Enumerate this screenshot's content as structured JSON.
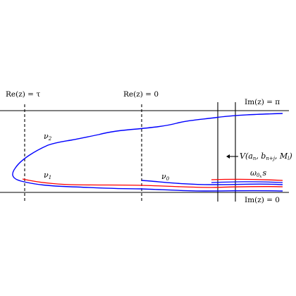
{
  "labels": {
    "re_tau": "Re(z) = τ",
    "re_zero": "Re(z) = 0",
    "im_pi": "Im(z) = π",
    "im_zero": "Im(z) = 0",
    "nu2": "ν",
    "nu2_sub": "2",
    "nu1": "ν",
    "nu1_sub": "1",
    "nu0": "ν",
    "nu0_sub": "0",
    "omega": "ω",
    "omega_sub": "0",
    "omega_subsub": "k",
    "omega_suffix": "s",
    "v_label": "V(a",
    "v_sub_n": "n",
    "v_mid": ", b",
    "v_sub_nj": "n+j",
    "v_end": ", M",
    "v_sub_l": "l",
    "v_close": ")"
  },
  "colors": {
    "axis": "#000000",
    "curve_blue": "#0000ff",
    "curve_red": "#ff0000"
  }
}
